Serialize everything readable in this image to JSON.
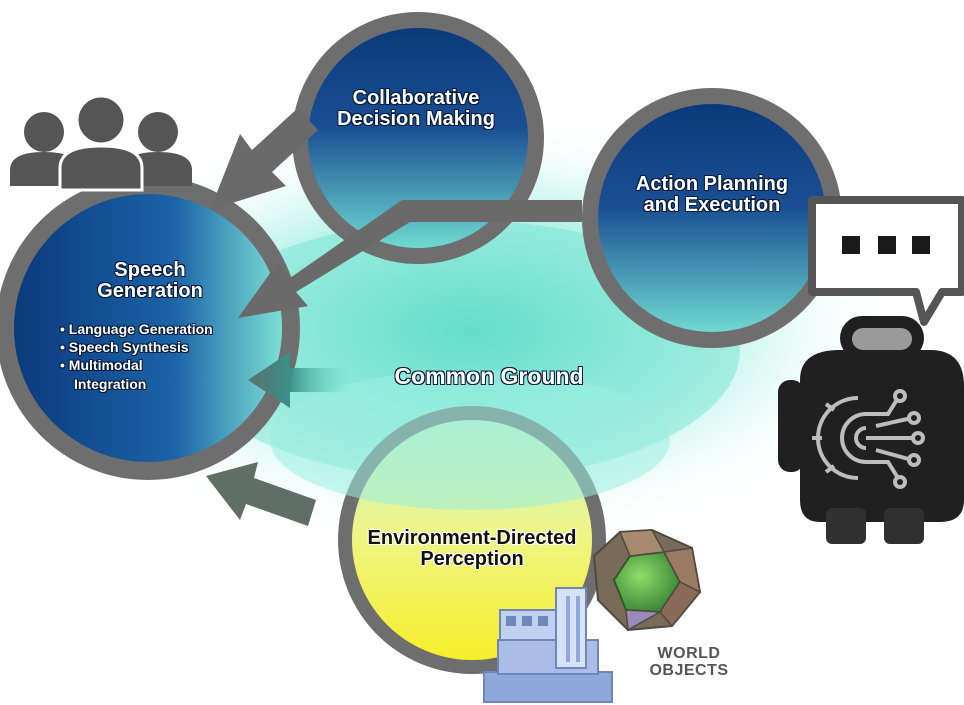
{
  "nodes": {
    "collaborative": {
      "title": "Collaborative\nDecision Making"
    },
    "action": {
      "title": "Action Planning\nand Execution"
    },
    "speech": {
      "title": "Speech\nGeneration",
      "bullets": [
        "Language Generation",
        "Speech Synthesis",
        "Multimodal Integration"
      ]
    },
    "environment": {
      "title": "Environment-Directed\nPerception"
    }
  },
  "center_label": "Common Ground",
  "world_objects_label": "WORLD\nOBJECTS",
  "icons": [
    "users-group-icon",
    "robot-icon",
    "speech-bubble-icon",
    "ai-chip-icon",
    "dodecahedron-icon",
    "building-icon"
  ],
  "colors": {
    "blue_dark": "#0b2f6b",
    "blue_mid": "#1f5ea8",
    "ring_gray": "#6e6e6e",
    "cyan_glow": "#6fe3cf",
    "yellow": "#f4f27a",
    "figure_gray": "#555555",
    "robot_black": "#202020"
  }
}
